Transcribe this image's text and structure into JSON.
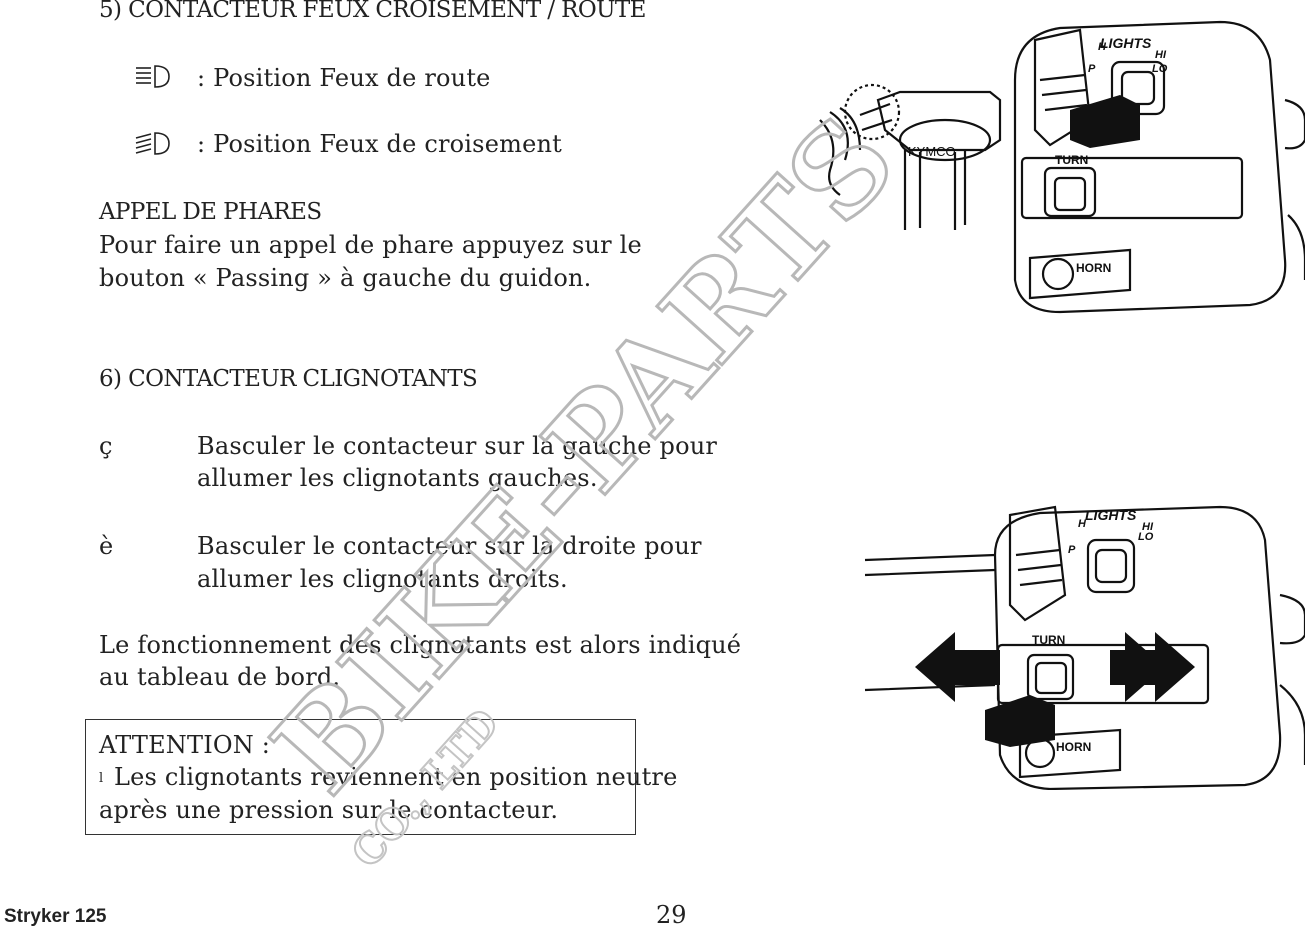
{
  "section5": {
    "heading": "5) CONTACTEUR FEUX CROISEMENT / ROUTE",
    "high_beam_icon": "high-beam-icon",
    "high_beam_text": ": Position Feux de route",
    "low_beam_icon": "low-beam-icon",
    "low_beam_text": ": Position Feux de croisement"
  },
  "passing": {
    "heading": "APPEL DE PHARES",
    "line1": "Pour faire un appel de phare appuyez sur le",
    "line2": "bouton « Passing » à gauche du guidon."
  },
  "section6": {
    "heading": "6) CONTACTEUR CLIGNOTANTS",
    "left_symbol": "ç",
    "left_line1": "Basculer le contacteur sur la gauche pour",
    "left_line2": "allumer les clignotants gauches.",
    "right_symbol": "è",
    "right_line1": "Basculer le contacteur sur la droite pour",
    "right_line2": "allumer les clignotants droits.",
    "note_line1": "Le fonctionnement des clignotants est alors indiqué",
    "note_line2": "au tableau de bord."
  },
  "attention": {
    "title": "ATTENTION :",
    "bullet": "l",
    "line1": "Les clignotants reviennent en position neutre",
    "line2": "après une pression sur le contacteur."
  },
  "illustrations": {
    "switch_labels": {
      "lights": "LIGHTS",
      "hi": "HI",
      "lo": "LO",
      "h": "H",
      "p": "P",
      "turn": "TURN",
      "horn": "HORN"
    },
    "brand_ring": "KYMCO"
  },
  "watermark": {
    "main": "BIKE-PARTS",
    "sub": "CO., LTD"
  },
  "footer": {
    "model": "Stryker 125",
    "page_number": "29"
  }
}
